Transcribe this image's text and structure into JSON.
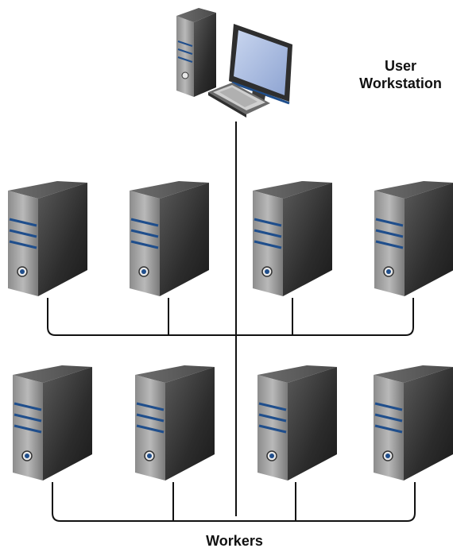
{
  "labels": {
    "workstation_line1": "User",
    "workstation_line2": "Workstation",
    "workers": "Workers"
  },
  "diagram": {
    "workstation": {
      "icon": "desktop-computer-icon"
    },
    "worker_rows": [
      {
        "count": 4,
        "icon": "server-tower-icon"
      },
      {
        "count": 4,
        "icon": "server-tower-icon"
      }
    ],
    "colors": {
      "line": "#111111",
      "server_dark": "#3a3a3a",
      "server_light": "#9a9a9a",
      "stripe": "#1f4e8c",
      "screen": "#a9bde3"
    }
  }
}
